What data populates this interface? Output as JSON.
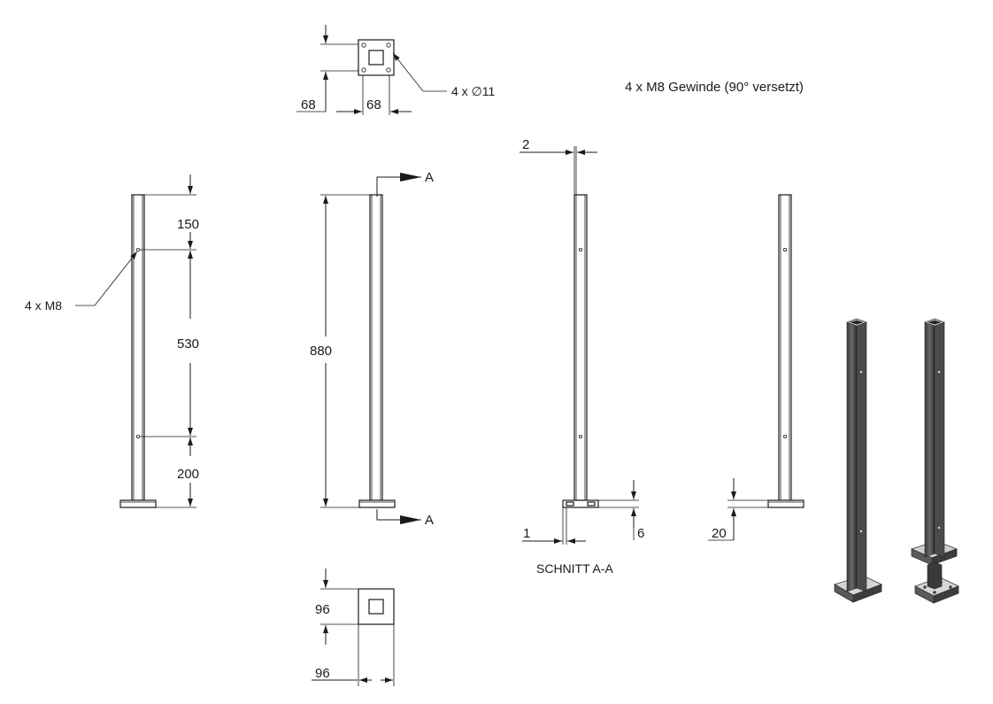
{
  "notes": {
    "thread_note": "4 x M8 Gewinde (90° versetzt)",
    "hole_callout": "4 x ∅11",
    "thread_callout": "4 x M8",
    "section_title": "SCHNITT A-A",
    "section_marker": "A"
  },
  "dimensions": {
    "top_plate_height": "68",
    "top_plate_width": "68",
    "hole_offset_top": "150",
    "hole_spacing": "530",
    "hole_offset_bottom": "200",
    "total_height": "880",
    "wall_thickness": "2",
    "plate_thickness_section": "6",
    "tube_offset_section": "1",
    "plate_thickness_side": "20",
    "base_plate_height": "96",
    "base_plate_width": "96"
  }
}
